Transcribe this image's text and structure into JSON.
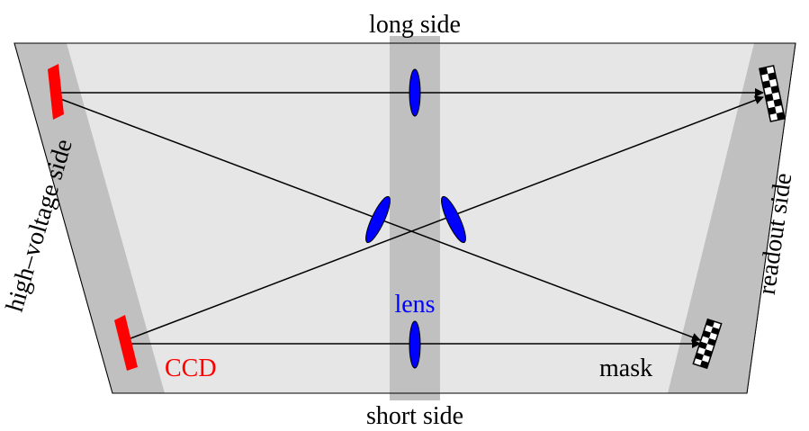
{
  "labels": {
    "top": "long side",
    "bottom": "short side",
    "left": "high–voltage side",
    "right": "readout side",
    "lens": "lens",
    "ccd": "CCD",
    "mask": "mask"
  },
  "colors": {
    "frame_fill": "#e6e6e6",
    "frame_stroke": "#000000",
    "band_fill": "#c0c0c0",
    "ccd": "#ff0000",
    "lens": "#0000ff",
    "ray": "#000000",
    "mask_dark": "#000000",
    "mask_light": "#ffffff"
  },
  "icons": {
    "ccd": "ccd-sensor-bar",
    "lens": "lens-ellipse",
    "mask": "checkered-mask"
  }
}
